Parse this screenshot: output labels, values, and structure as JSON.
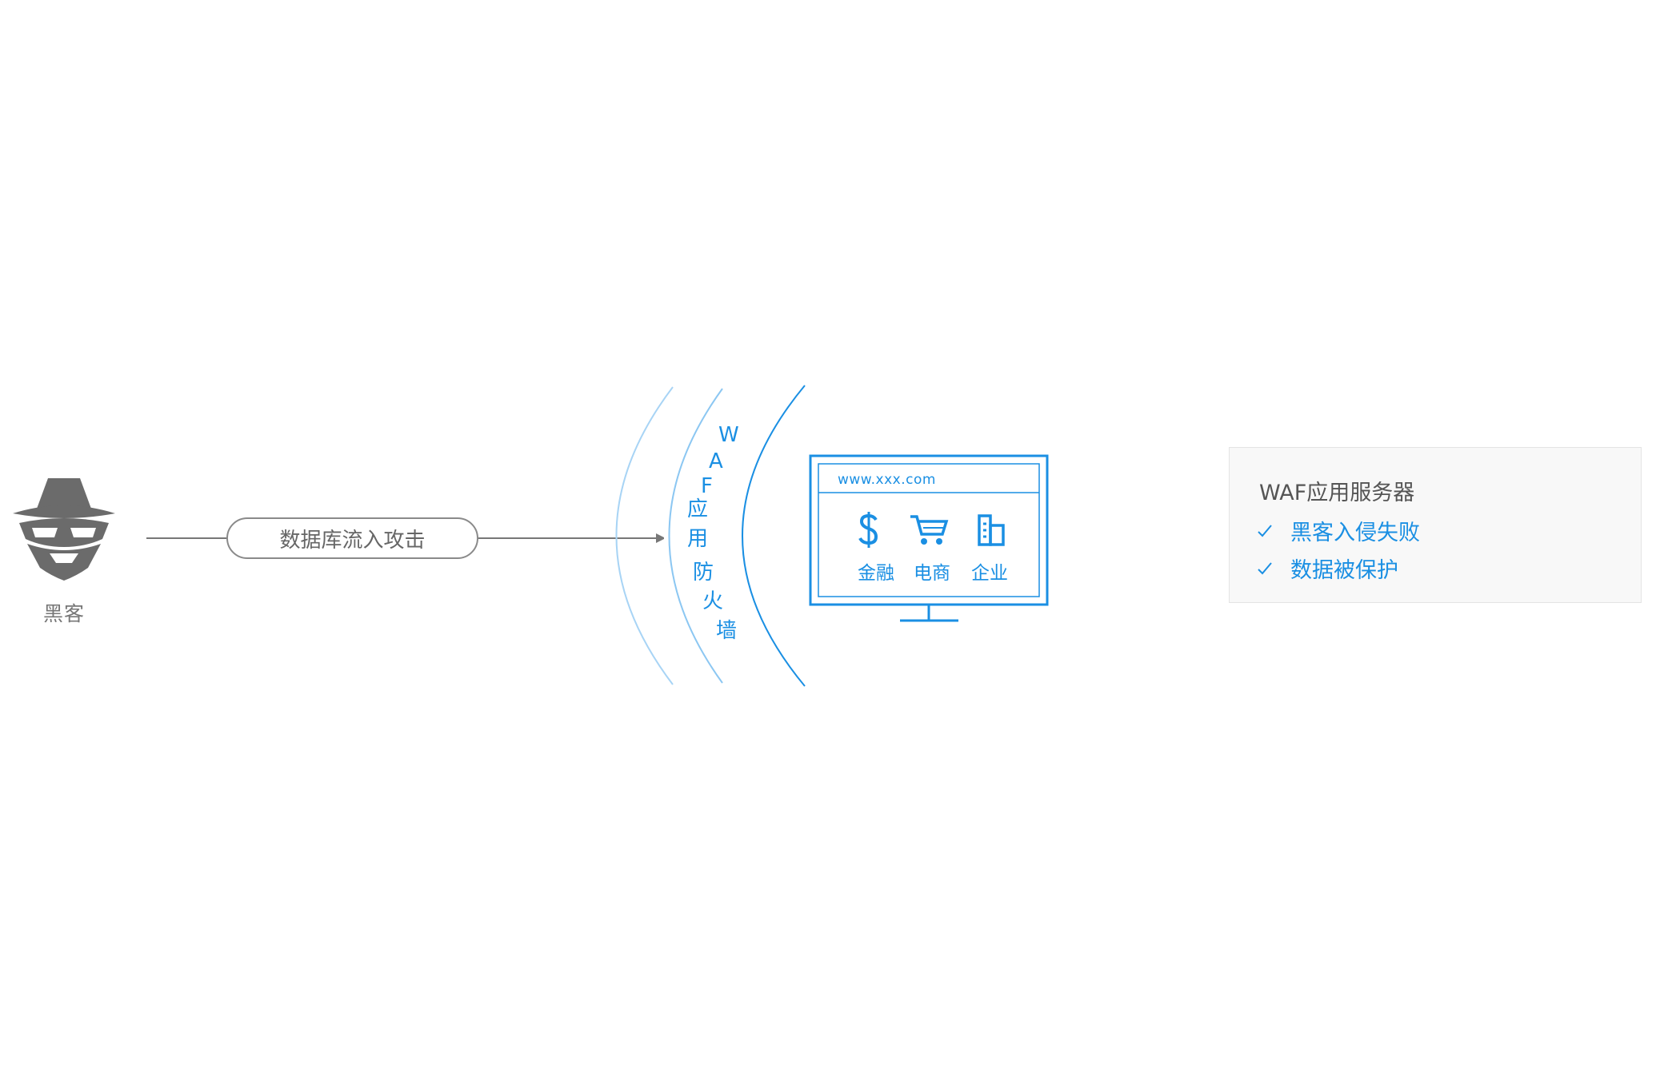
{
  "hacker": {
    "label": "黑客",
    "icon": "spy-hacker-icon"
  },
  "attack": {
    "label": "数据库流入攻击"
  },
  "waf": {
    "chars": [
      "W",
      "A",
      "F",
      "应",
      "用",
      "防",
      "火",
      "墙"
    ]
  },
  "website": {
    "url": "www.xxx.com",
    "items": [
      {
        "label": "金融",
        "icon": "dollar-icon"
      },
      {
        "label": "电商",
        "icon": "shopping-cart-icon"
      },
      {
        "label": "企业",
        "icon": "building-icon"
      }
    ]
  },
  "server": {
    "title": "WAF应用服务器",
    "results": [
      "黑客入侵失败",
      "数据被保护"
    ]
  },
  "colors": {
    "accent": "#1a8fe3",
    "gray": "#6b6b6b"
  }
}
